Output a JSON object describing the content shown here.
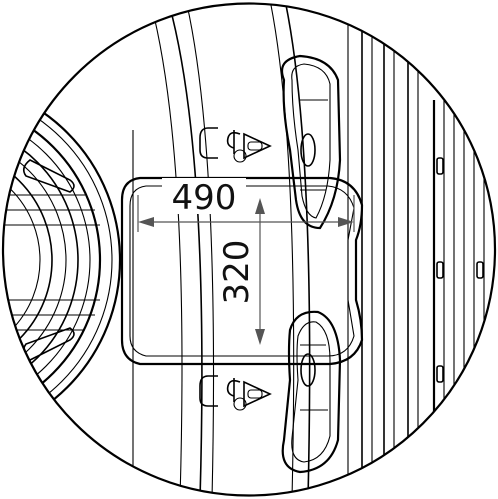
{
  "dimensions": {
    "width_label": "490",
    "height_label": "320"
  },
  "icons": [
    "hook-lashing-icon-top",
    "hook-lashing-icon-bottom"
  ],
  "colors": {
    "line": "#000000",
    "dimension": "#555555",
    "background": "#ffffff"
  }
}
